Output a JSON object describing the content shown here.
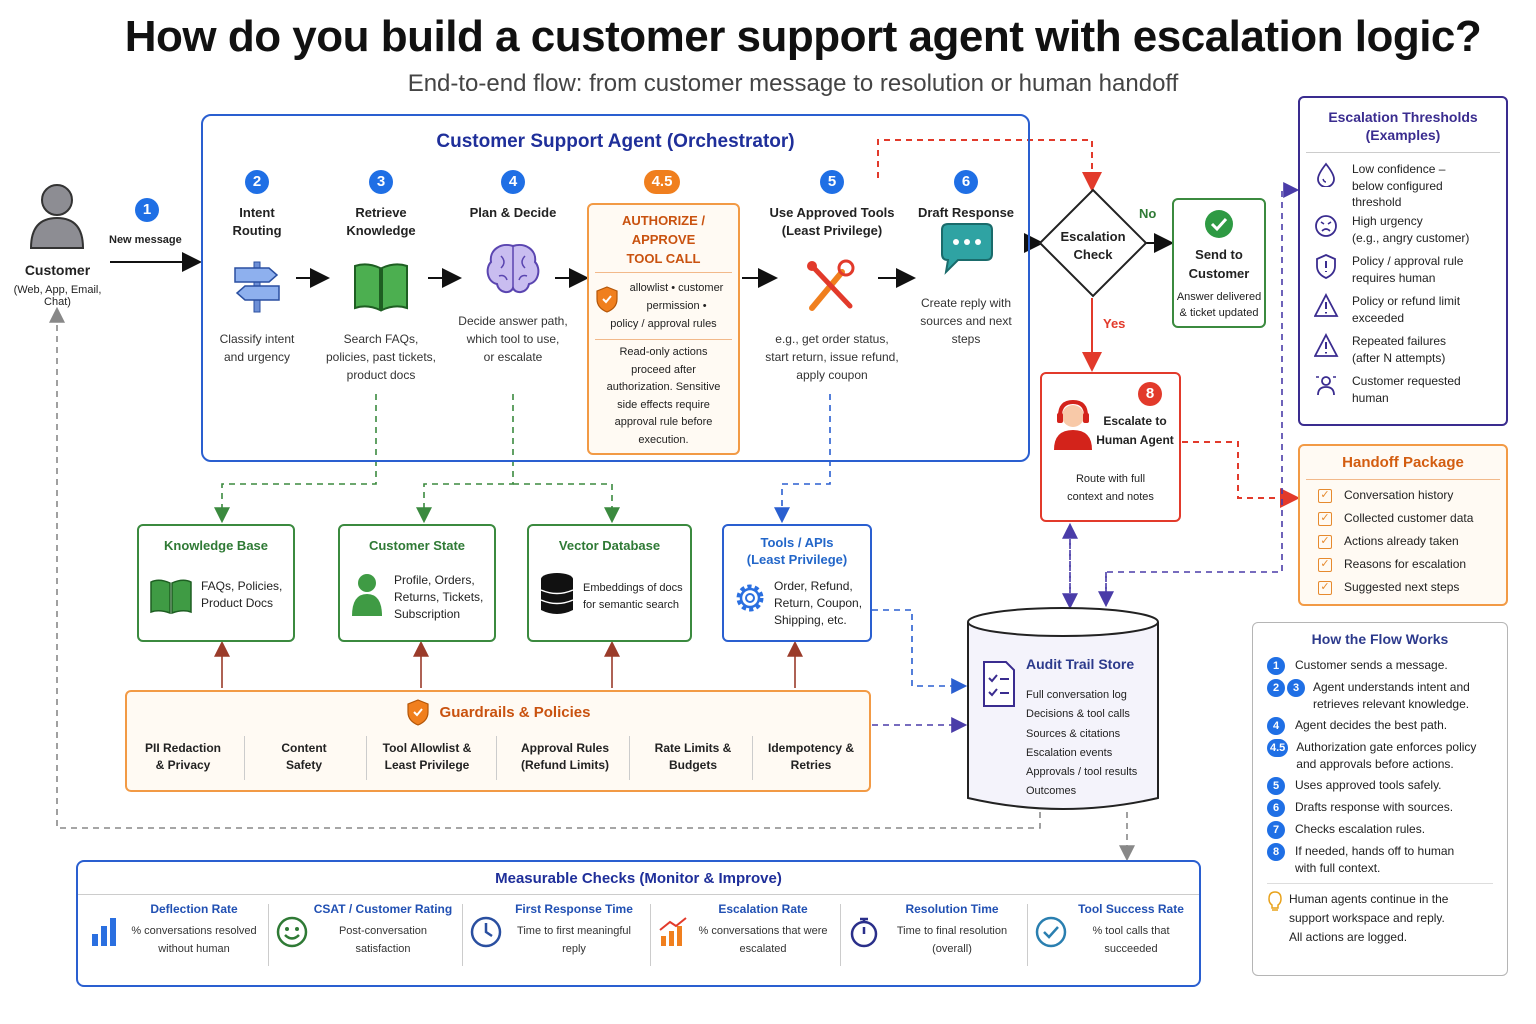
{
  "title": "How do you build a customer support agent with escalation logic?",
  "subtitle": "End-to-end flow: from customer message to resolution or human handoff",
  "customer": {
    "label": "Customer",
    "channels": "(Web, App, Email, Chat)",
    "msg_num": "1",
    "msg_label": "New message"
  },
  "orchestrator": {
    "title": "Customer Support Agent (Orchestrator)",
    "steps": [
      {
        "num": "2",
        "name1": "Intent",
        "name2": "Routing",
        "d1": "Classify intent",
        "d2": "and urgency",
        "d3": ""
      },
      {
        "num": "3",
        "name1": "Retrieve",
        "name2": "Knowledge",
        "d1": "Search FAQs,",
        "d2": "policies, past tickets,",
        "d3": "product docs"
      },
      {
        "num": "4",
        "name1": "Plan & Decide",
        "name2": "",
        "d1": "Decide answer path,",
        "d2": "which tool to use,",
        "d3": "or escalate"
      },
      {
        "num": "5",
        "name1": "Use Approved Tools",
        "name2": "(Least Privilege)",
        "d1": "e.g., get order status,",
        "d2": "start return, issue refund,",
        "d3": "apply coupon"
      },
      {
        "num": "6",
        "name1": "Draft Response",
        "name2": "",
        "d1": "Create reply with",
        "d2": "sources and next",
        "d3": "steps"
      }
    ],
    "auth": {
      "num": "4.5",
      "t1": "AUTHORIZE /",
      "t2": "APPROVE",
      "t3": "TOOL CALL",
      "p1": "allowlist • customer",
      "p2": "permission •",
      "p3": "policy / approval rules",
      "n1": "Read-only actions",
      "n2": "proceed after",
      "n3": "authorization. Sensitive",
      "n4": "side effects require",
      "n5": "approval rule before",
      "n6": "execution."
    }
  },
  "escalation_check": {
    "l1": "Escalation",
    "l2": "Check",
    "no": "No",
    "yes": "Yes"
  },
  "send": {
    "l1": "Send to",
    "l2": "Customer",
    "d1": "Answer delivered",
    "d2": "& ticket updated"
  },
  "escalate": {
    "num": "8",
    "l1": "Escalate to",
    "l2": "Human Agent",
    "d1": "Route with full",
    "d2": "context and notes"
  },
  "thresholds": {
    "title1": "Escalation Thresholds",
    "title2": "(Examples)",
    "items": [
      {
        "icon": "droplet-icon",
        "l1": "Low confidence –",
        "l2": "below configured",
        "l3": "threshold"
      },
      {
        "icon": "angry-face-icon",
        "l1": "High urgency",
        "l2": "(e.g., angry customer)",
        "l3": ""
      },
      {
        "icon": "shield-icon",
        "l1": "Policy / approval rule",
        "l2": "requires human",
        "l3": ""
      },
      {
        "icon": "warning-icon",
        "l1": "Policy or refund limit",
        "l2": "exceeded",
        "l3": ""
      },
      {
        "icon": "warning-icon",
        "l1": "Repeated failures",
        "l2": "(after N attempts)",
        "l3": ""
      },
      {
        "icon": "person-icon",
        "l1": "Customer requested",
        "l2": "human",
        "l3": ""
      }
    ]
  },
  "handoff": {
    "title": "Handoff Package",
    "items": [
      "Conversation history",
      "Collected customer data",
      "Actions already taken",
      "Reasons for escalation",
      "Suggested next steps"
    ]
  },
  "stores": {
    "kb": {
      "title": "Knowledge Base",
      "d1": "FAQs, Policies,",
      "d2": "Product Docs"
    },
    "cs": {
      "title": "Customer State",
      "d1": "Profile, Orders,",
      "d2": "Returns, Tickets,",
      "d3": "Subscription"
    },
    "vd": {
      "title": "Vector Database",
      "d1": "Embeddings of docs",
      "d2": "for semantic search"
    },
    "tools": {
      "t1": "Tools / APIs",
      "t2": "(Least Privilege)",
      "d1": "Order, Refund,",
      "d2": "Return, Coupon,",
      "d3": "Shipping, etc."
    }
  },
  "guardrails": {
    "title": "Guardrails & Policies",
    "items": [
      {
        "l1": "PII Redaction",
        "l2": "& Privacy"
      },
      {
        "l1": "Content",
        "l2": "Safety"
      },
      {
        "l1": "Tool Allowlist &",
        "l2": "Least Privilege"
      },
      {
        "l1": "Approval Rules",
        "l2": "(Refund Limits)"
      },
      {
        "l1": "Rate Limits &",
        "l2": "Budgets"
      },
      {
        "l1": "Idempotency &",
        "l2": "Retries"
      }
    ]
  },
  "audit": {
    "title": "Audit Trail Store",
    "items": [
      "Full conversation log",
      "Decisions & tool calls",
      "Sources & citations",
      "Escalation events",
      "Approvals / tool results",
      "Outcomes"
    ]
  },
  "flow": {
    "title": "How the Flow Works",
    "items": [
      {
        "n": "1",
        "n2": "",
        "l1": "Customer sends a message.",
        "l2": ""
      },
      {
        "n": "2",
        "n2": "3",
        "l1": "Agent understands intent and",
        "l2": "retrieves relevant knowledge."
      },
      {
        "n": "4",
        "n2": "",
        "l1": "Agent decides the best path.",
        "l2": ""
      },
      {
        "n": "4.5",
        "n2": "",
        "l1": "Authorization gate enforces policy",
        "l2": "and approvals before actions."
      },
      {
        "n": "5",
        "n2": "",
        "l1": "Uses approved tools safely.",
        "l2": ""
      },
      {
        "n": "6",
        "n2": "",
        "l1": "Drafts response with sources.",
        "l2": ""
      },
      {
        "n": "7",
        "n2": "",
        "l1": "Checks escalation rules.",
        "l2": ""
      },
      {
        "n": "8",
        "n2": "",
        "l1": "If needed, hands off to human",
        "l2": "with full context."
      }
    ],
    "note1": "Human agents continue in the",
    "note2": "support workspace and reply.",
    "note3": "All actions are logged."
  },
  "metrics": {
    "title": "Measurable Checks (Monitor & Improve)",
    "items": [
      {
        "icon": "bar-chart-icon",
        "t": "Deflection Rate",
        "d1": "% conversations resolved",
        "d2": "without human"
      },
      {
        "icon": "smiley-icon",
        "t": "CSAT / Customer Rating",
        "d1": "Post-conversation",
        "d2": "satisfaction"
      },
      {
        "icon": "clock-icon",
        "t": "First Response Time",
        "d1": "Time to first meaningful",
        "d2": "reply"
      },
      {
        "icon": "trend-chart-icon",
        "t": "Escalation Rate",
        "d1": "% conversations that were",
        "d2": "escalated"
      },
      {
        "icon": "stopwatch-icon",
        "t": "Resolution Time",
        "d1": "Time to final resolution",
        "d2": "(overall)"
      },
      {
        "icon": "check-circle-icon",
        "t": "Tool Success Rate",
        "d1": "% tool calls that",
        "d2": "succeeded"
      }
    ]
  }
}
